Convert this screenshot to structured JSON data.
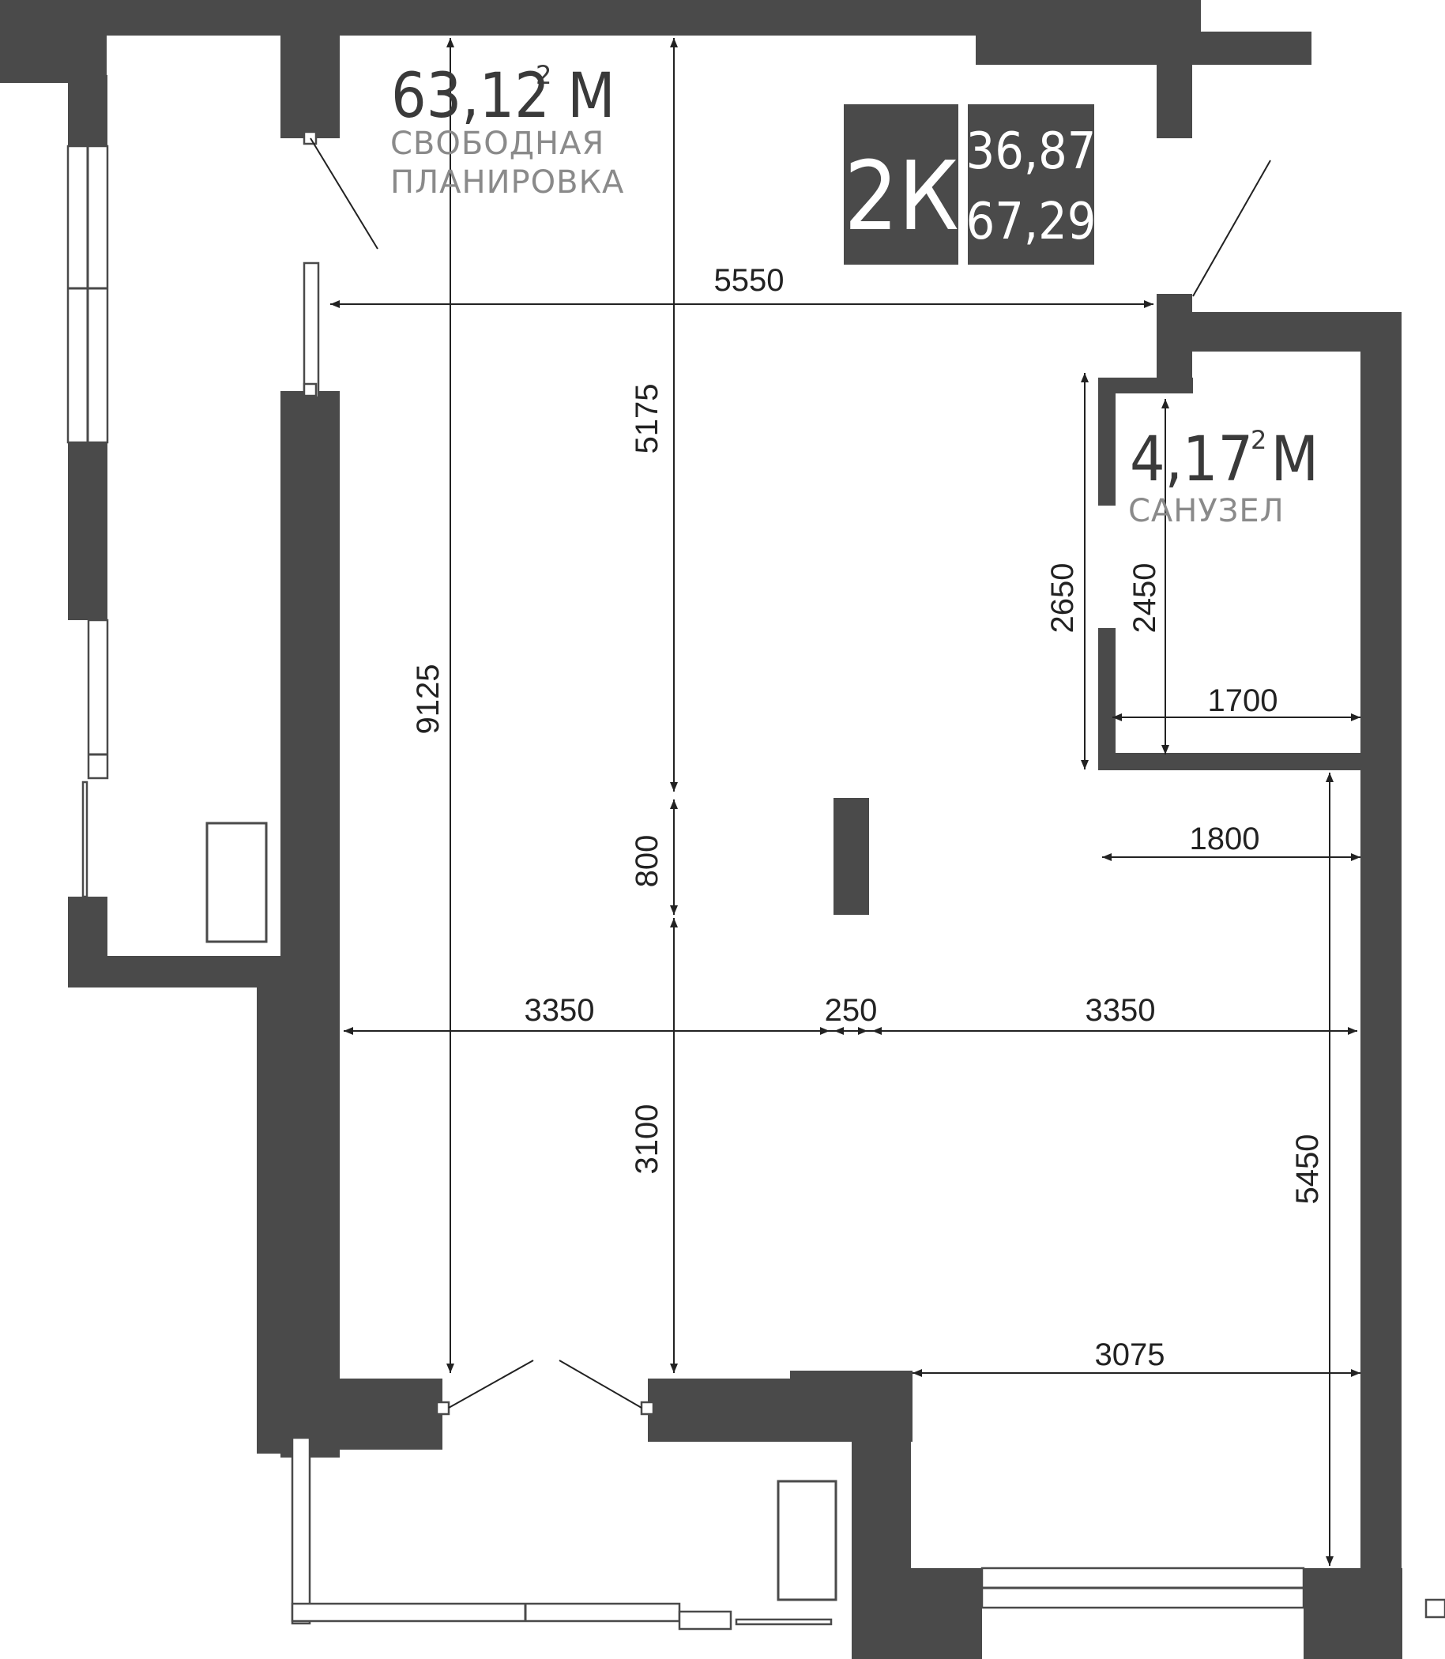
{
  "badge": {
    "rooms": "2К",
    "area_top": "36,87",
    "area_bottom": "67,29"
  },
  "rooms": [
    {
      "area": "63,12 М",
      "sup": "2",
      "label_line1": "СВОБОДНАЯ",
      "label_line2": "ПЛАНИРОВКА"
    },
    {
      "area": "4,17 М",
      "sup": "2",
      "label_line1": "САНУЗЕЛ",
      "label_line2": ""
    }
  ],
  "dimensions": {
    "d5550": "5550",
    "d5175": "5175",
    "d9125": "9125",
    "d800": "800",
    "d3350_left": "3350",
    "d250": "250",
    "d3350_right": "3350",
    "d3100": "3100",
    "d2650": "2650",
    "d2450": "2450",
    "d1700": "1700",
    "d1800": "1800",
    "d5450": "5450",
    "d3075": "3075"
  },
  "colors": {
    "wall": "#4a4a4a",
    "label_gray": "#8a8a8a",
    "line": "#222222"
  }
}
